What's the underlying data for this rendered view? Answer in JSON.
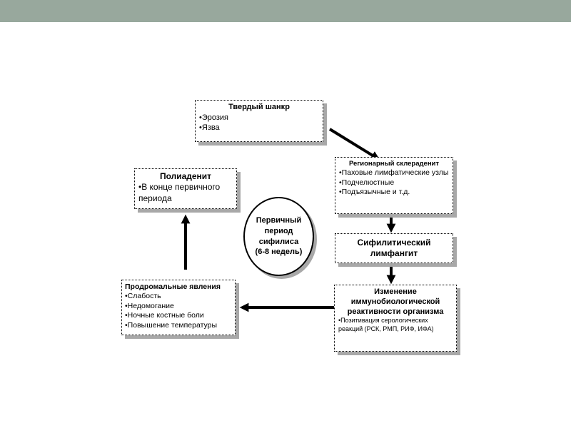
{
  "diagram": {
    "center": {
      "label": "Первичный\nпериод\nсифилиса\n(6-8 недель)"
    },
    "boxes": {
      "chancre": {
        "title": "Твердый шанкр",
        "items": [
          "•Эрозия",
          "•Язва"
        ]
      },
      "scleradenitis": {
        "title": "Регионарный склераденит",
        "items": [
          "•Паховые лимфатические узлы",
          "•Подчелюстные",
          "•Подъязычные и т.д."
        ]
      },
      "lymphangitis": {
        "title": "Сифилитический лимфангит"
      },
      "immuno": {
        "title": "Изменение иммунобиологической реактивности организма",
        "items": [
          "•Позитивация серологических реакций (РСК, РМП, РИФ, ИФА)"
        ]
      },
      "prodromal": {
        "title": "Продромальные явления",
        "items": [
          "•Слабость",
          "•Недомогание",
          "•Ночные костные боли",
          "•Повышение температуры"
        ]
      },
      "polyadenitis": {
        "title": "Полиаденит",
        "items": [
          "•В конце первичного периода"
        ]
      }
    }
  }
}
